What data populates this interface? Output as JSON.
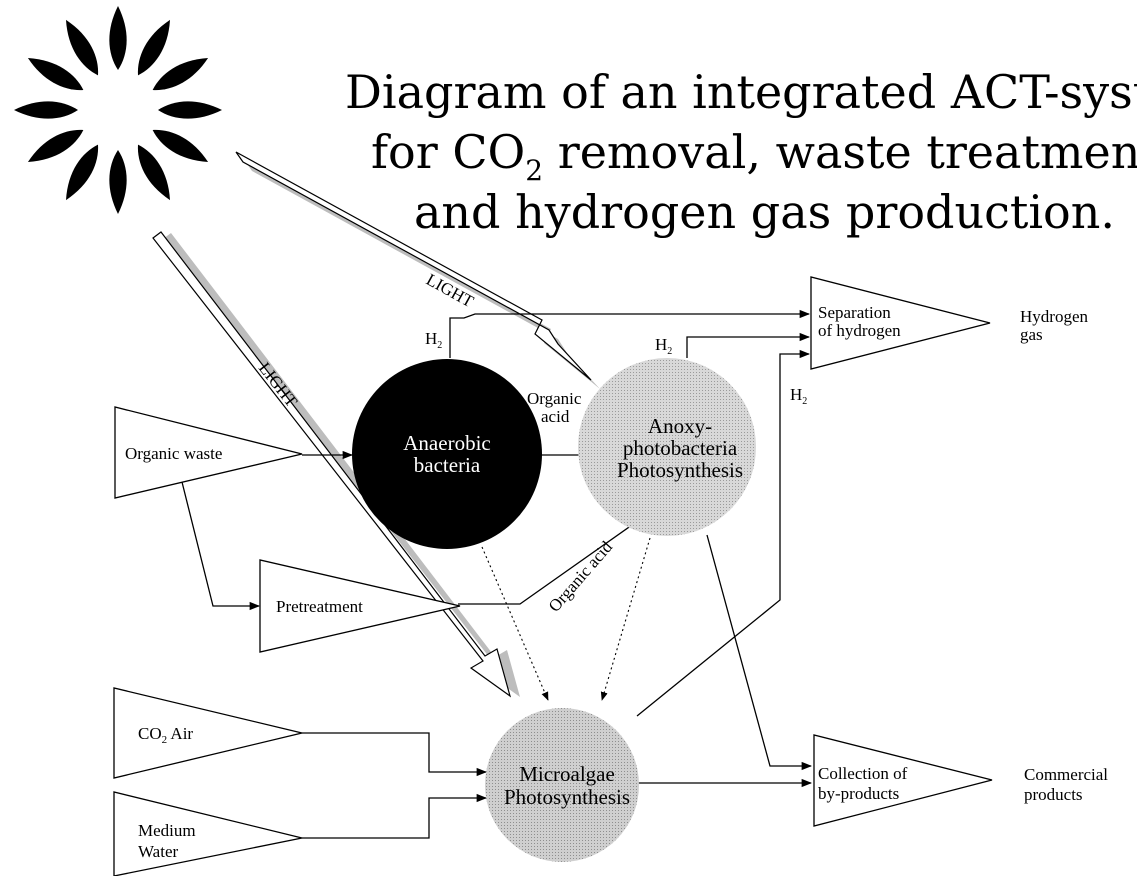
{
  "title": {
    "line1": "Diagram of an integrated ACT-syste",
    "line2_prefix": "for CO",
    "line2_sub": "2",
    "line2_suffix": " removal, waste treatment",
    "line3": "and hydrogen gas production."
  },
  "inputs": {
    "organic_waste": "Organic waste",
    "pretreatment": "Pretreatment",
    "co2_air": {
      "prefix": "CO",
      "sub": "2",
      "suffix": "  Air"
    },
    "medium_water": {
      "line1": "Medium",
      "line2": "Water"
    }
  },
  "nodes": {
    "anaerobic": {
      "line1": "Anaerobic",
      "line2": "bacteria"
    },
    "anoxy": {
      "line1": "Anoxy-",
      "line2": "photobacteria",
      "line3": "Photosynthesis"
    },
    "microalgae": {
      "line1": "Microalgae",
      "line2": "Photosynthesis"
    }
  },
  "outputs": {
    "separation": {
      "line1": "Separation",
      "line2": "of hydrogen"
    },
    "collection": {
      "line1": "Collection of",
      "line2": "by-products"
    },
    "hydrogen_gas": {
      "line1": "Hydrogen",
      "line2": "gas"
    },
    "commercial_products": {
      "line1": "Commercial",
      "line2": "products"
    }
  },
  "flow_labels": {
    "h2": {
      "prefix": "H",
      "sub": "2"
    },
    "organic_acid_top": {
      "line1": "Organic",
      "line2": "acid"
    },
    "organic_acid_diag": "Organic acid",
    "light": "LIGHT"
  },
  "colors": {
    "ink": "#000000",
    "anaerobic_fill": "#000000",
    "photosynthesis_fill": "#cfcfcf",
    "light_arrow_shadow": "#bdbdbd"
  },
  "icons": {
    "sun": "sun-icon"
  }
}
